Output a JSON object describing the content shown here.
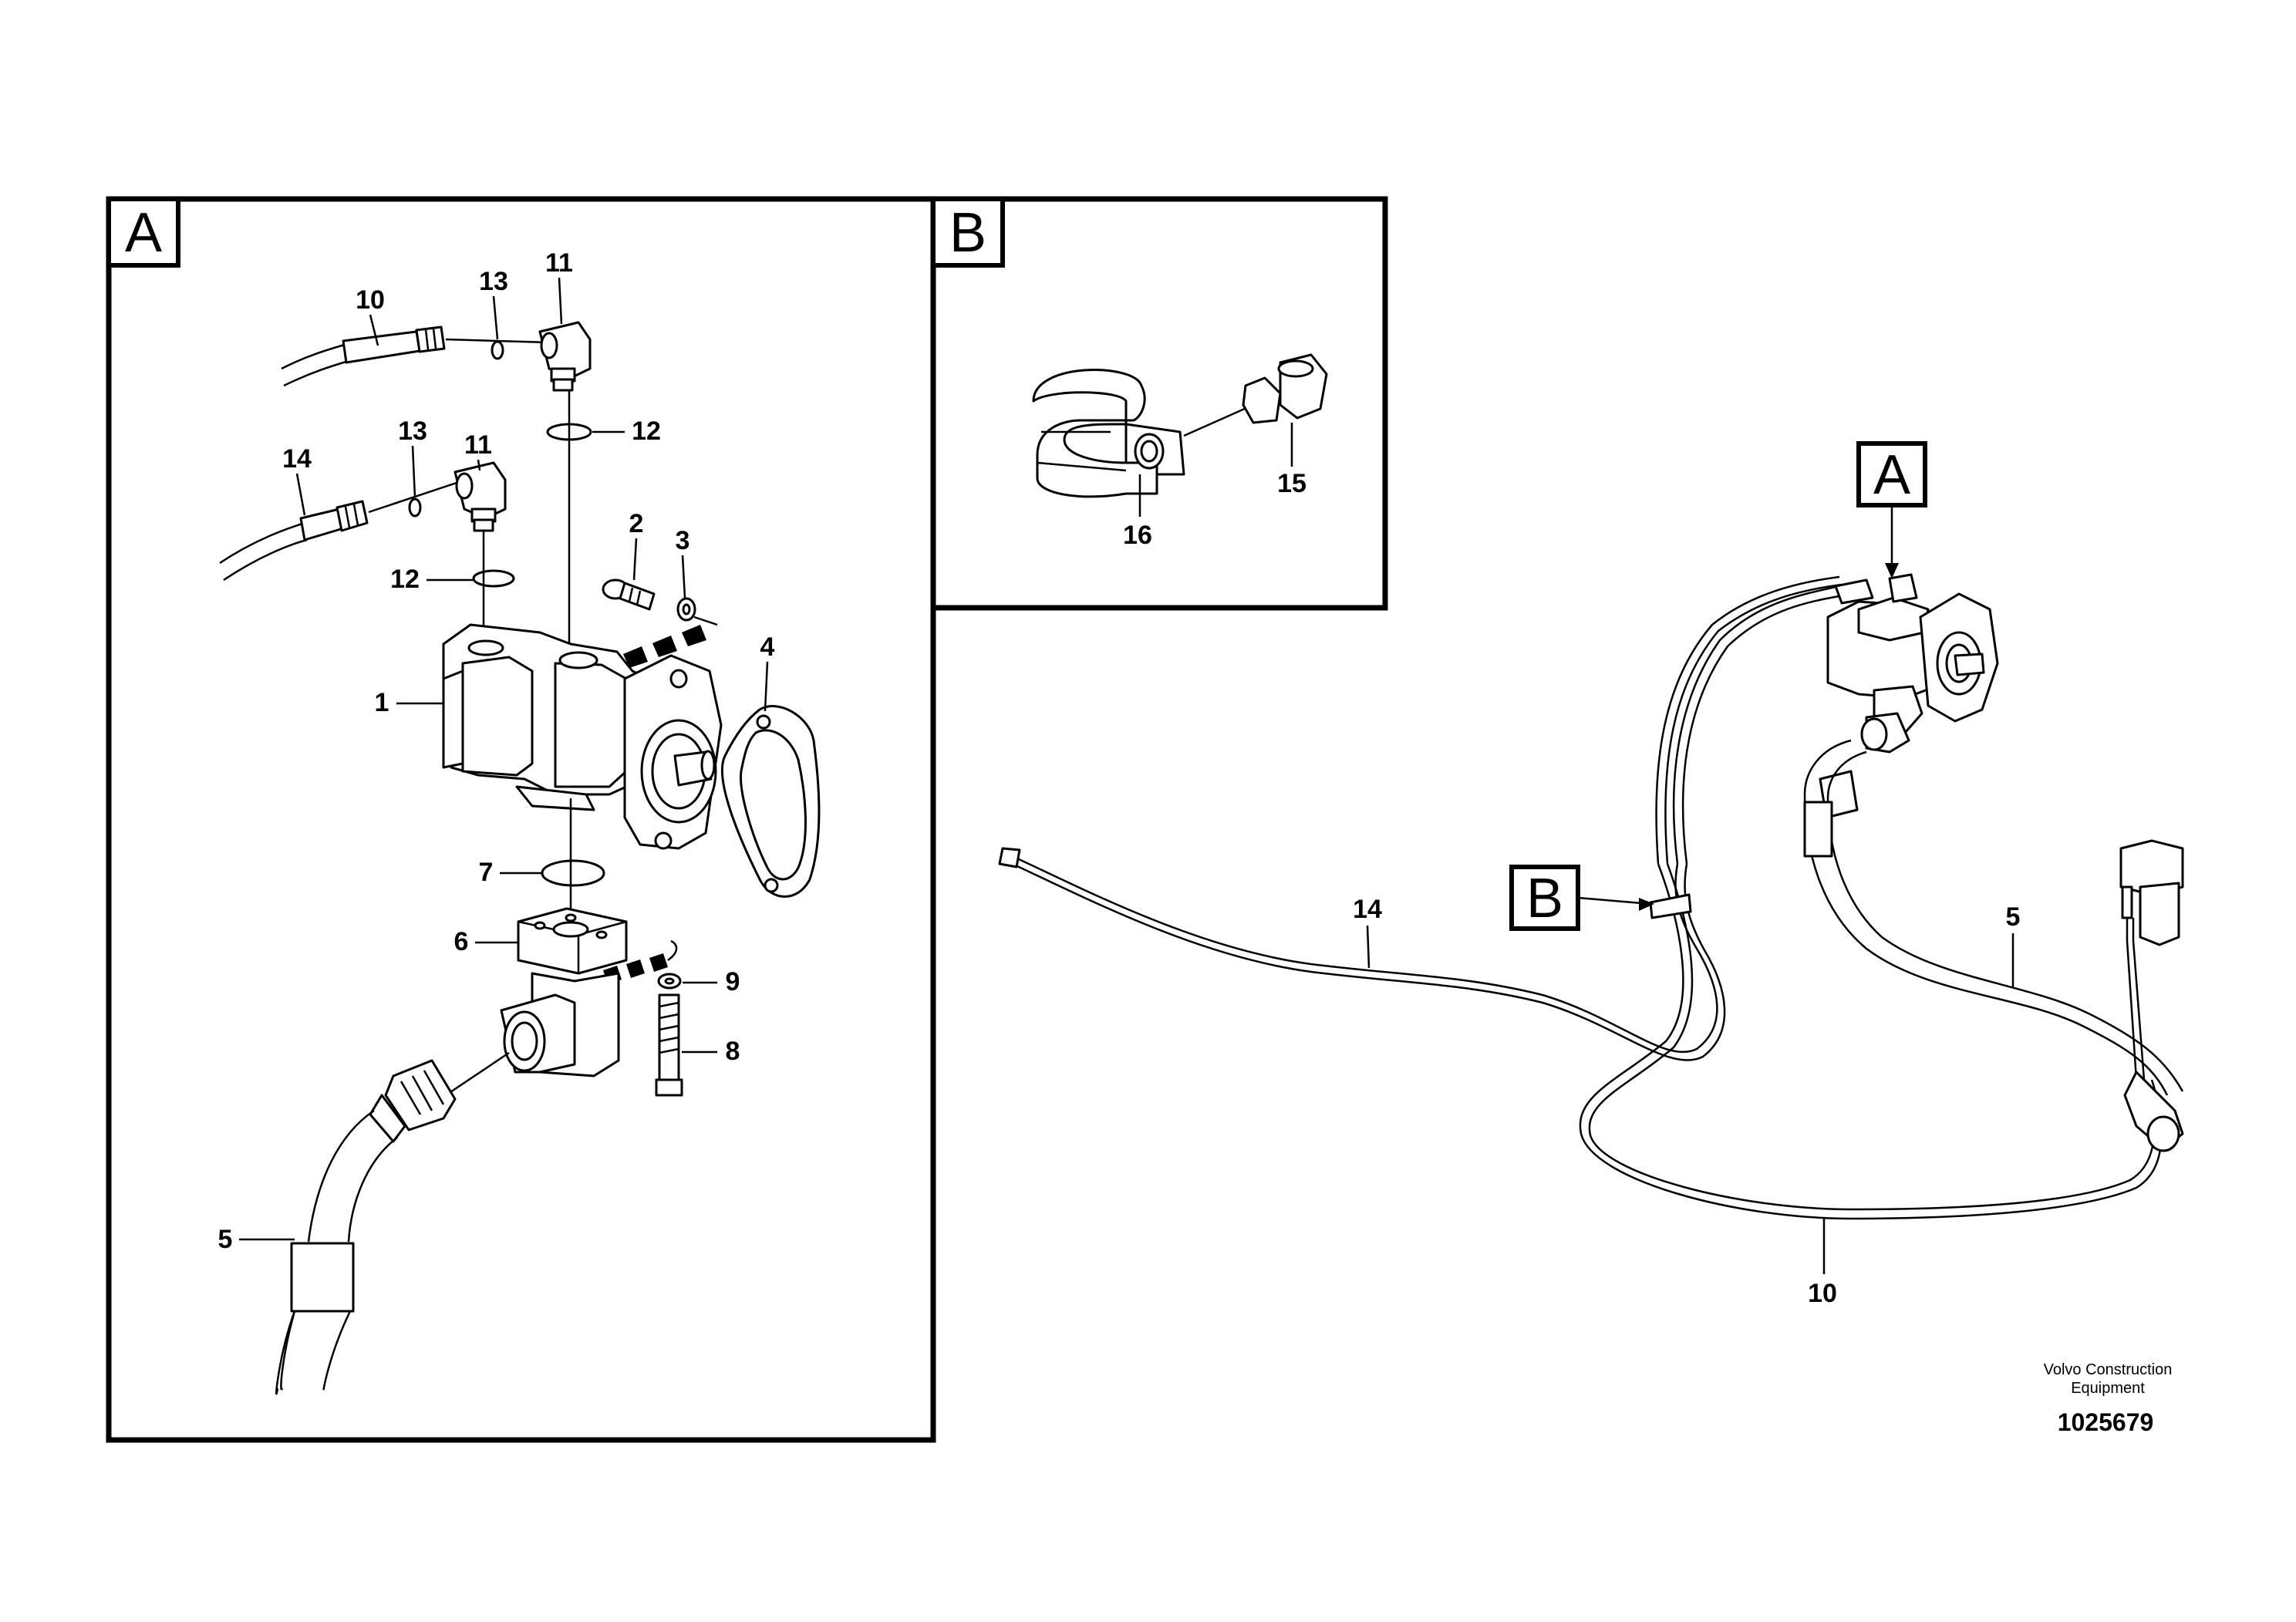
{
  "panels": {
    "a_label": "A",
    "b_label": "B"
  },
  "overview_labels": {
    "a": "A",
    "b": "B"
  },
  "callouts": {
    "p1": "1",
    "p2": "2",
    "p3": "3",
    "p4": "4",
    "p5": "5",
    "p6": "6",
    "p7": "7",
    "p8": "8",
    "p9": "9",
    "p10": "10",
    "p11_top": "11",
    "p11_mid": "11",
    "p12_top": "12",
    "p12_mid": "12",
    "p13_top": "13",
    "p13_mid": "13",
    "p14": "14",
    "p15": "15",
    "p16": "16",
    "ov14": "14",
    "ov5": "5",
    "ov10": "10"
  },
  "footer": {
    "credit_line1": "Volvo Construction",
    "credit_line2": "Equipment",
    "doc_number": "1025679"
  }
}
